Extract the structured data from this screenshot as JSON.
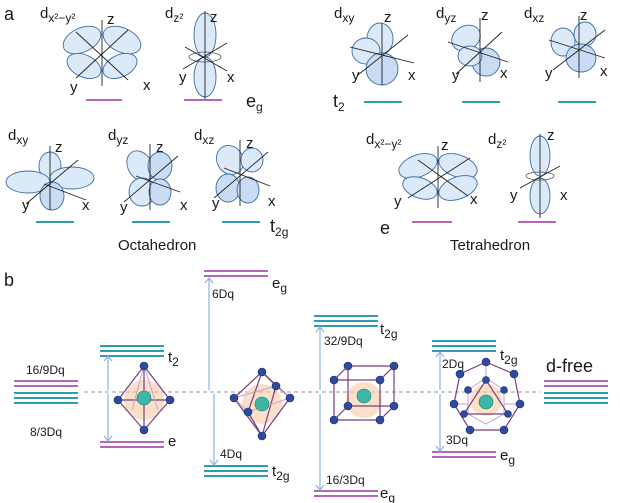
{
  "panel_a": "a",
  "panel_b": "b",
  "octahedron_label": "Octahedron",
  "tetrahedron_label": "Tetrahedron",
  "axes": {
    "x": "x",
    "y": "y",
    "z": "z"
  },
  "orbitals": {
    "dx2y2": {
      "main": "d",
      "sub": "x²−y²"
    },
    "dz2": {
      "main": "d",
      "sub": "z²"
    },
    "dxy": {
      "main": "d",
      "sub": "xy"
    },
    "dyz": {
      "main": "d",
      "sub": "yz"
    },
    "dxz": {
      "main": "d",
      "sub": "xz"
    }
  },
  "groups": {
    "eg": {
      "main": "e",
      "sub": "g"
    },
    "t2": {
      "main": "t",
      "sub": "2"
    },
    "t2g": {
      "main": "t",
      "sub": "2g"
    },
    "e": "e"
  },
  "energy": {
    "tet_upper": "16/9Dq",
    "tet_lower": "8/3Dq",
    "oct_upper": "6Dq",
    "oct_lower": "4Dq",
    "cube_upper": "32/9Dq",
    "cube_lower": "16/3Dq",
    "ico_upper": "2Dq",
    "ico_lower": "3Dq",
    "free": "d-free"
  },
  "colors": {
    "eg": "#b566b8",
    "t2": "#2f9db0",
    "orbital": "#dce9f8",
    "arrow": "#8fb4de"
  }
}
